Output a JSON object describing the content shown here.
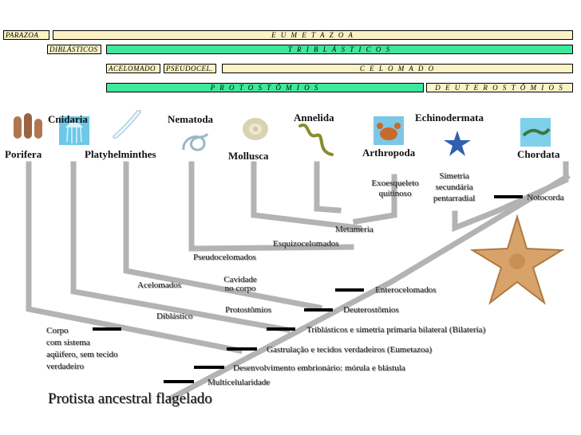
{
  "bars": {
    "parazoa": "PARAZOA",
    "eumetazoa": "E U M E T A Z O A",
    "diblasticos": "DIBLÁSTICOS",
    "triblasticos": "T R I B L Á S T I C O S",
    "acelomado": "ACELOMADO",
    "pseudocel": "PSEUDOCEL.",
    "celomado": "C E L O M A D O",
    "protostomios": "P R O T O S T Ô M I O S",
    "deuterostomios": "D E U T E R O S T Ô M I O S"
  },
  "groups": {
    "porifera": "Porifera",
    "cnidaria": "Cnidaria",
    "platyhelminthes": "Platyhelminthes",
    "nematoda": "Nematoda",
    "mollusca": "Mollusca",
    "annelida": "Annelida",
    "arthropoda": "Arthropoda",
    "echinodermata": "Echinodermata",
    "chordata": "Chordata"
  },
  "labels": {
    "exoesqueleto": [
      "Exoesqueleto",
      "quitinoso"
    ],
    "simetria": [
      "Simetria",
      "secundária",
      "pentarradial"
    ],
    "notocorda": "Notocorda",
    "metameria": "Metameria",
    "esquizocelomados": "Esquizocelomados",
    "pseudocelomados": "Pseudocelomados",
    "acelomados": "Acelomados",
    "cavidade": [
      "Cavidade",
      "no corpo"
    ],
    "enterocelomados": "Enterocelomados",
    "protostomios": "Protostômios",
    "deuterostomios": "Deuterostômios",
    "diblastico": "Diblástico",
    "triblasticos": "Triblásticos e simetria primaria bilateral (Bilateria)",
    "gastrulacao": "Gastrulação e tecidos verdadeiros (Eumetazoa)",
    "desenvolvimento": "Desenvolvimento embrionário: mórula e blástula",
    "multicelularidade": "Multicelularidade",
    "corpo": [
      "Corpo",
      "com sistema",
      "aqüífero, sem tecido",
      "verdadeiro"
    ],
    "protista": "Protista ancestral flagelado"
  },
  "icons": [
    "sponge-icon",
    "jellyfish-icon",
    "flatworm-icon",
    "roundworm-icon",
    "snail-icon",
    "earthworm-icon",
    "crab-icon",
    "starfish-icon",
    "lizard-icon"
  ]
}
